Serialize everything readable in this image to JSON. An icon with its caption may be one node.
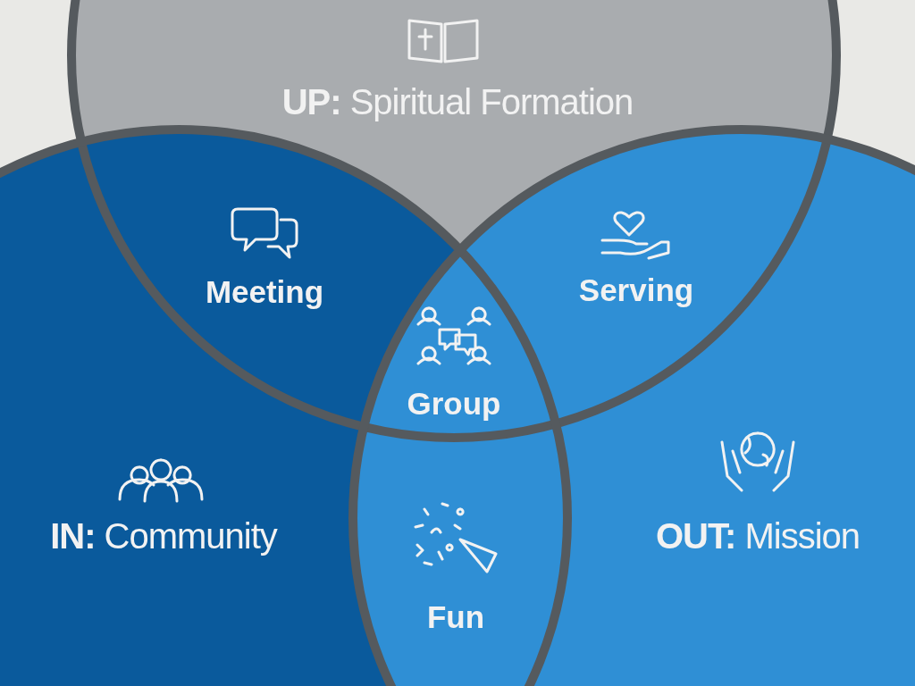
{
  "diagram": {
    "nodes": [
      {
        "text": [
          "**UP:** Spiritual Formation"
        ]
      },
      {
        "text": [
          "Meeting"
        ]
      },
      {
        "text": [
          "Serving"
        ]
      },
      {
        "text": [
          "Group"
        ]
      },
      {
        "text": [
          "**IN:** Community"
        ]
      },
      {
        "text": [
          "Fun"
        ]
      },
      {
        "text": [
          "**OUT:** Mission"
        ]
      }
    ]
  }
}
